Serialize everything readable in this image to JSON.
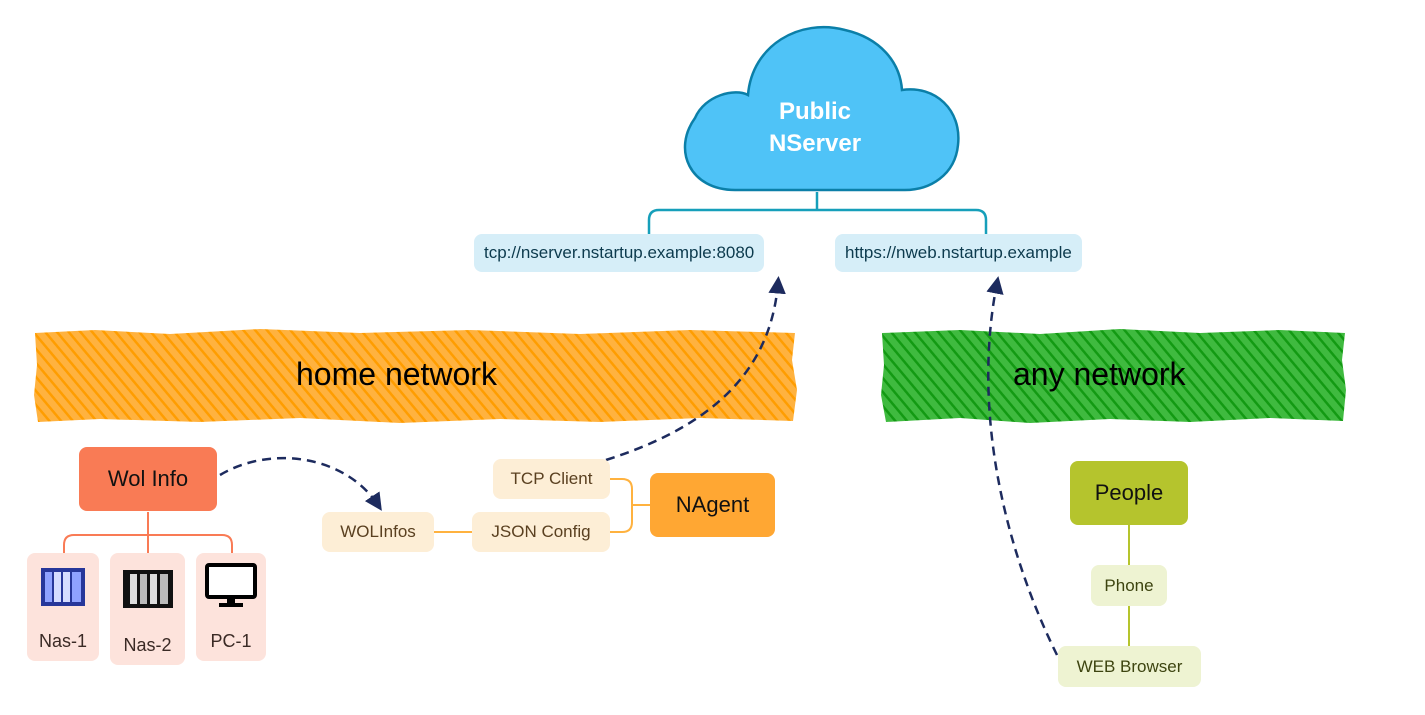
{
  "cloud": {
    "line1": "Public",
    "line2": "NServer"
  },
  "endpoints": {
    "tcp": "tcp://nserver.nstartup.example:8080",
    "https": "https://nweb.nstartup.example"
  },
  "networks": {
    "home": {
      "label": "home network",
      "color": "#ffa11a"
    },
    "any": {
      "label": "any network",
      "color": "#1fa51f"
    }
  },
  "home": {
    "wol_info": "Wol Info",
    "devices": [
      {
        "label": "Nas-1",
        "icon": "nas-icon"
      },
      {
        "label": "Nas-2",
        "icon": "nas-icon"
      },
      {
        "label": "PC-1",
        "icon": "monitor-icon"
      }
    ],
    "wolinfos": "WOLInfos",
    "json_config": "JSON Config",
    "tcp_client": "TCP Client",
    "nagent": "NAgent"
  },
  "any": {
    "people": "People",
    "phone": "Phone",
    "web_browser": "WEB Browser"
  },
  "colors": {
    "cloud": "#4fc3f7",
    "cloud_stroke": "#0b7fa8",
    "connector_blue": "#169fba",
    "wol_info": "#f97b55",
    "device_card": "#fde3dc",
    "nagent": "#ffa733",
    "agent_chip": "#fdeed6",
    "people": "#b5c42d",
    "people_chip": "#eef3d2",
    "dashed_arrow": "#1d2b5e"
  }
}
